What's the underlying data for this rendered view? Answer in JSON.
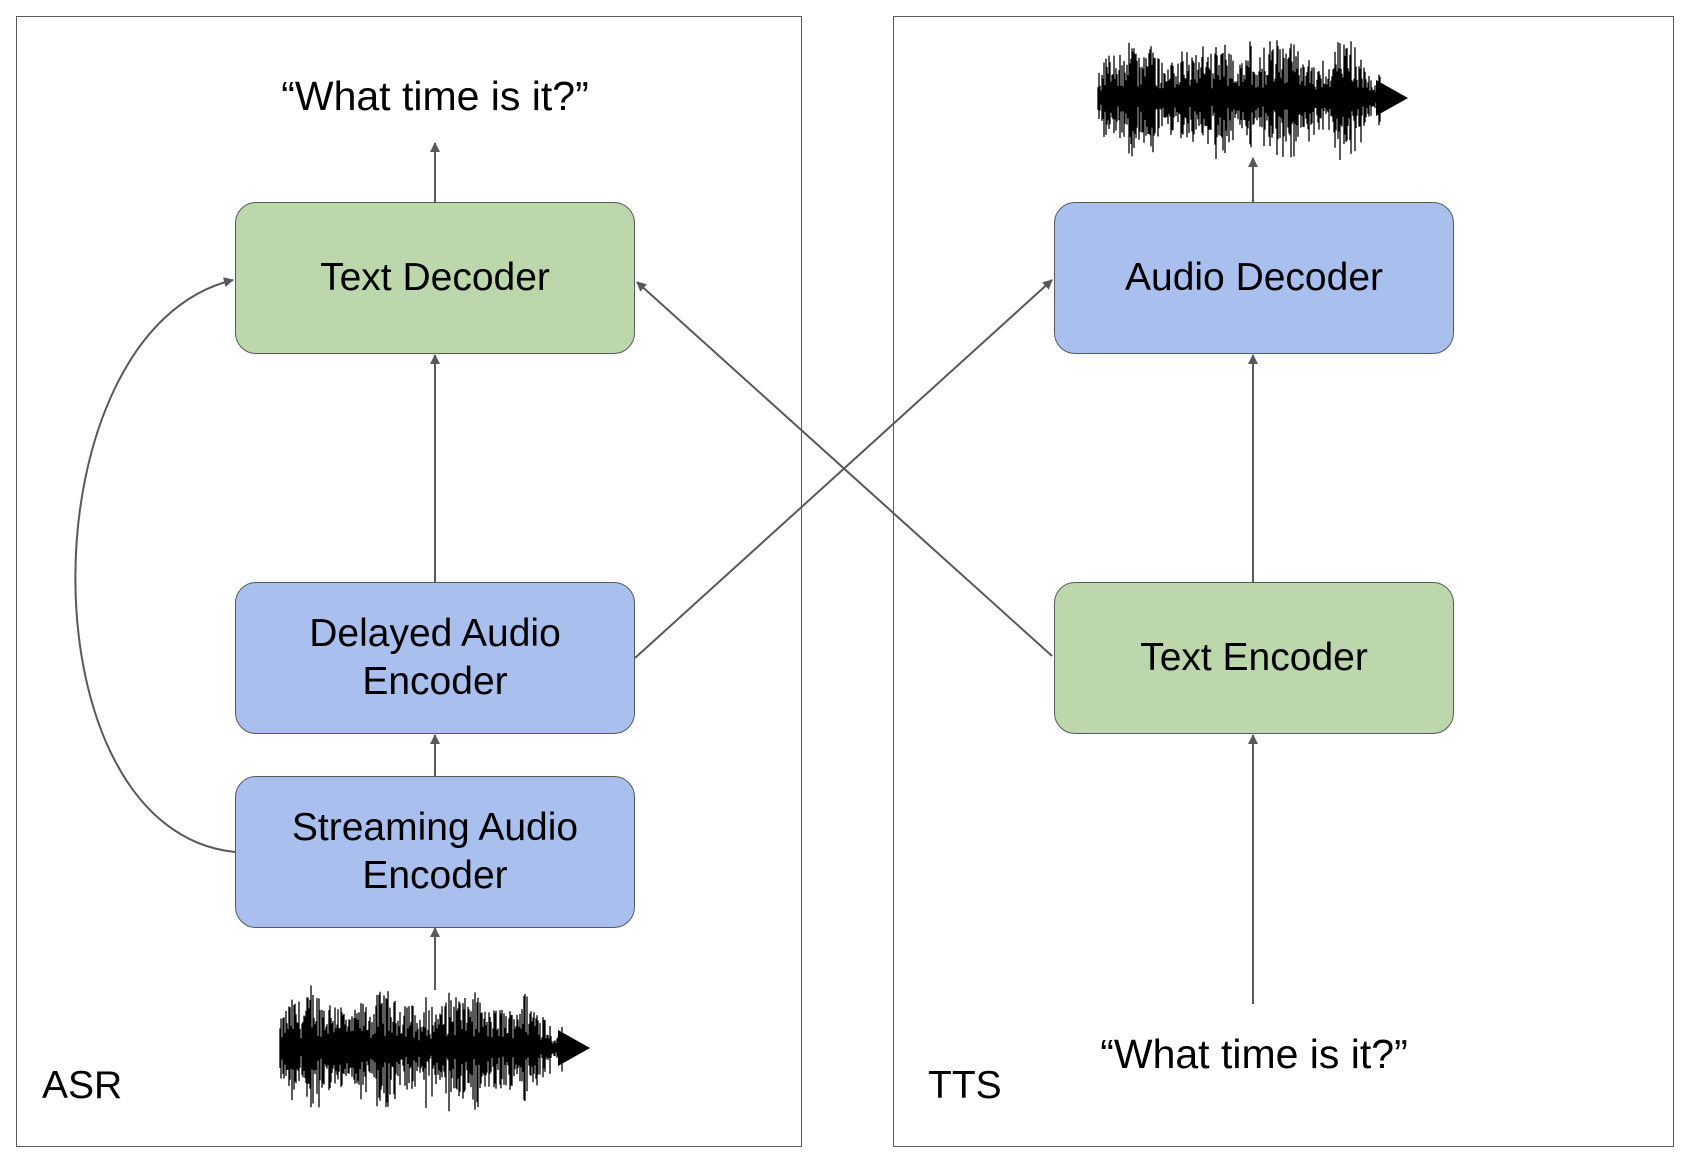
{
  "colors": {
    "text_block_fill": "#bcd7ab",
    "audio_block_fill": "#a9c0ef",
    "stroke": "#595959",
    "waveform": "#000000"
  },
  "asr_panel": {
    "label": "ASR",
    "output_caption": "“What time is it?”",
    "nodes": {
      "text_decoder": "Text Decoder",
      "delayed_audio_encoder": "Delayed Audio\nEncoder",
      "streaming_audio_encoder": "Streaming Audio\nEncoder"
    },
    "input_icon": "audio-waveform-icon"
  },
  "tts_panel": {
    "label": "TTS",
    "input_caption": "“What time is it?”",
    "nodes": {
      "audio_decoder": "Audio Decoder",
      "text_encoder": "Text Encoder"
    },
    "output_icon": "audio-waveform-icon"
  }
}
